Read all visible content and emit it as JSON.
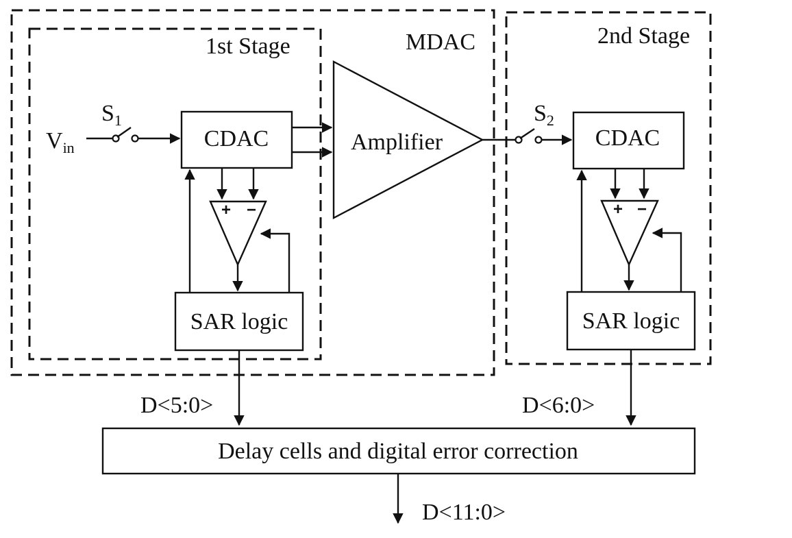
{
  "labels": {
    "mdac": "MDAC",
    "stage1": "1st Stage",
    "stage2": "2nd Stage",
    "vin_main": "V",
    "vin_sub": "in",
    "s1_main": "S",
    "s1_sub": "1",
    "s2_main": "S",
    "s2_sub": "2",
    "cdac1": "CDAC",
    "cdac2": "CDAC",
    "amplifier": "Amplifier",
    "sar1": "SAR logic",
    "sar2": "SAR logic",
    "plus": "+",
    "minus": "−",
    "bus1": "D<5:0>",
    "bus2": "D<6:0>",
    "delay": "Delay cells and digital error correction",
    "out": "D<11:0>"
  }
}
